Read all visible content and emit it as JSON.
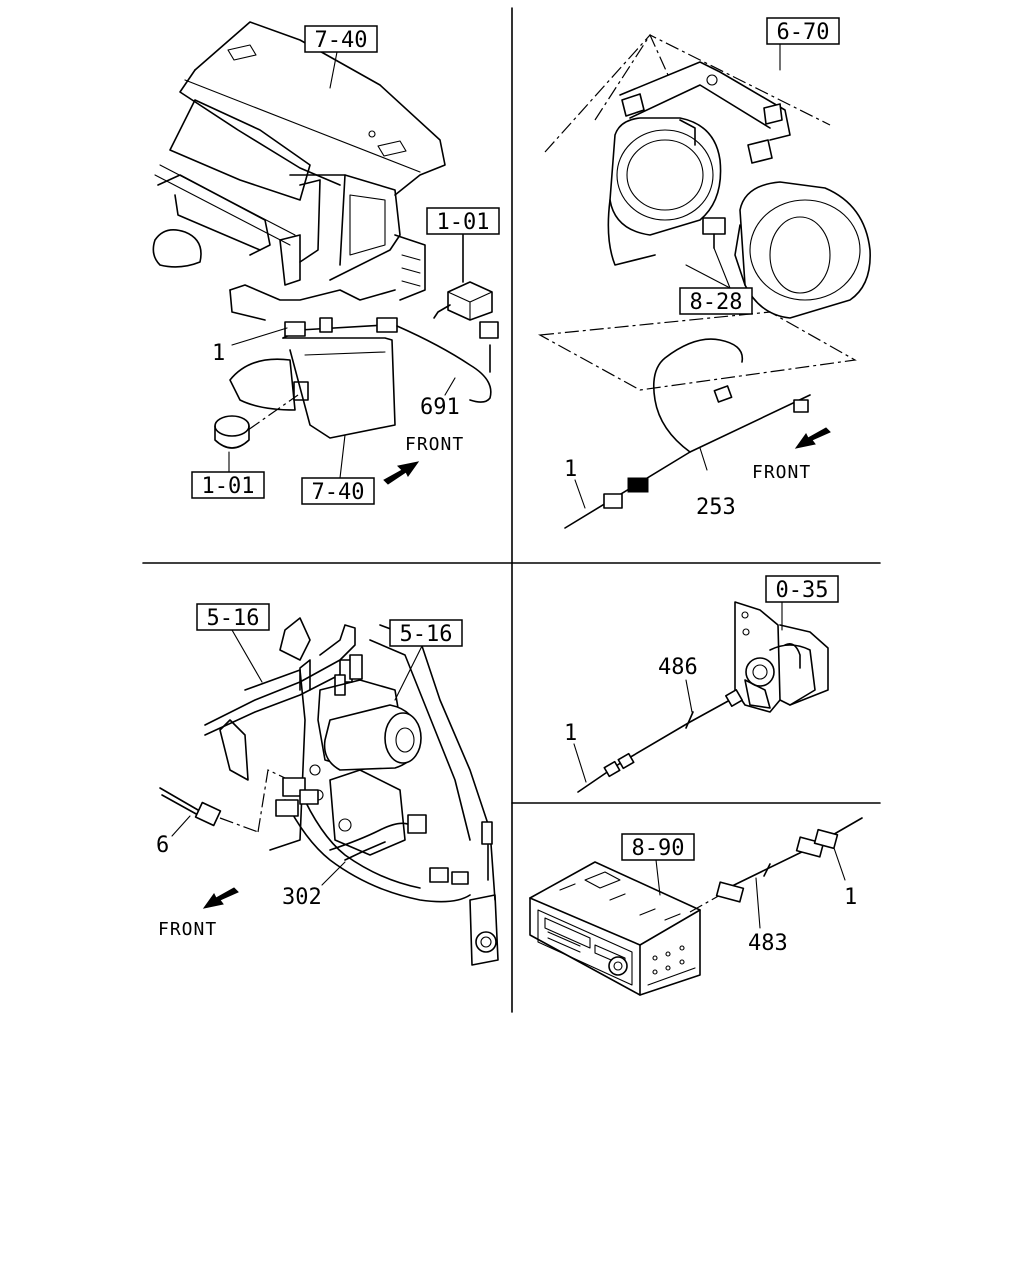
{
  "panels": {
    "dash_switch": {
      "refs": [
        "7-40",
        "1-01",
        "1-01",
        "7-40"
      ],
      "parts": [
        "1",
        "691"
      ],
      "direction": "FRONT"
    },
    "horn": {
      "refs": [
        "6-70",
        "8-28"
      ],
      "parts": [
        "1",
        "253"
      ],
      "direction": "FRONT"
    },
    "brake_unit": {
      "refs": [
        "5-16",
        "5-16"
      ],
      "parts": [
        "6",
        "302"
      ],
      "direction": "FRONT"
    },
    "relay": {
      "refs": [
        "0-35"
      ],
      "parts": [
        "486",
        "1"
      ]
    },
    "radio": {
      "refs": [
        "8-90"
      ],
      "parts": [
        "1",
        "483"
      ]
    }
  }
}
